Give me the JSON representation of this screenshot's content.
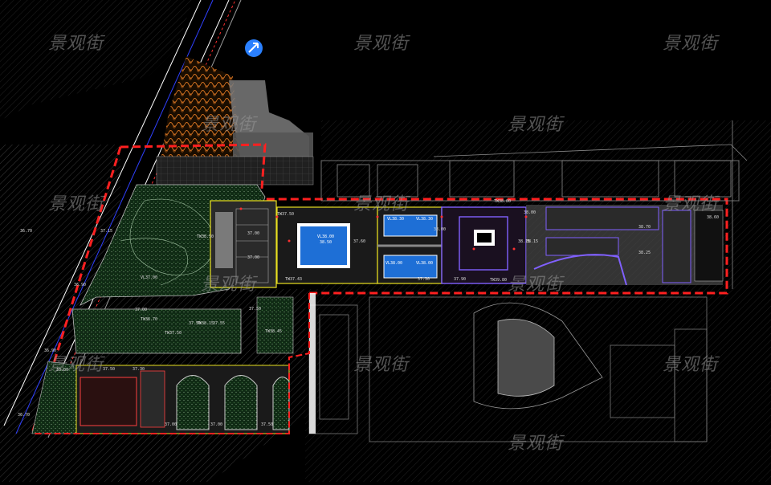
{
  "watermark": "景观街",
  "colors": {
    "background": "#000000",
    "boundary": "#ff2020",
    "hatch": "#3a3a3a",
    "lawn": "#1e3a1e",
    "pool": "#1e6fd6",
    "pool_frame": "#ffffff",
    "purple": "#8060ff",
    "yellow": "#e8e020",
    "orange": "#d07020",
    "grey_plaza": "#8a8a8a",
    "road_line": "#ffffff",
    "cyan": "#20d0d0"
  },
  "north_arrow_icon": "north-arrow-icon",
  "elevations": [
    "37.15",
    "36.90",
    "36.90",
    "37.00",
    "36.70",
    "37.00",
    "37.00",
    "37.50",
    "37.30",
    "37.00",
    "37.00",
    "37.50",
    "37.50",
    "37.60",
    "38.00",
    "38.15",
    "37.30",
    "37.90",
    "38.15",
    "38.70",
    "38.25",
    "38.00",
    "38.60",
    "37.50",
    "37.55",
    "36.70",
    "38.00"
  ],
  "spot_labels": [
    "TW38.00",
    "TW38.45",
    "TW38.15",
    "TW37.43",
    "TW37.50",
    "TW38.50",
    "TW39.80",
    "TW36.70",
    "TW37.50",
    "VL37.00"
  ],
  "pool_labels": [
    "VL38.00",
    "38.50"
  ],
  "pond_labels": [
    "VL38.30",
    "VL38.30",
    "VL38.00",
    "VL38.00"
  ]
}
